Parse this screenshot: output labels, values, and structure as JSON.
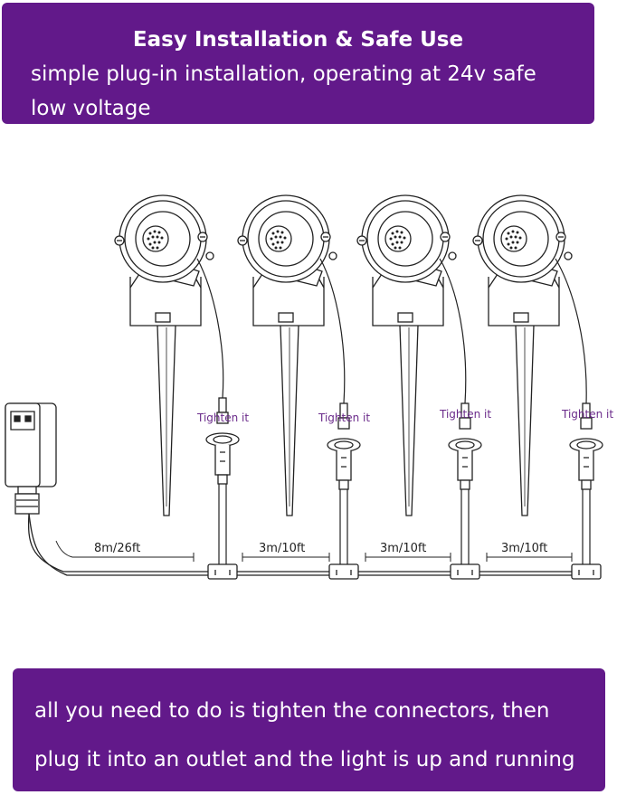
{
  "header": {
    "title": "Easy Installation & Safe Use",
    "line1": "simple plug-in installation, operating at 24v safe",
    "line2": "low voltage"
  },
  "footer": {
    "line1": "all you need to do is tighten the connectors, then",
    "line2": "plug it into an outlet and the light is up and running"
  },
  "diagram": {
    "tighten_labels": [
      "Tighten it",
      "Tighten it",
      "Tighten it",
      "Tighten it"
    ],
    "distances": [
      "8m/26ft",
      "3m/10ft",
      "3m/10ft",
      "3m/10ft"
    ],
    "colors": {
      "banner": "#62198a",
      "label": "#6a2a8a",
      "line": "#222222"
    },
    "icons": [
      "power-adapter-icon",
      "spotlight-icon",
      "connector-icon",
      "t-splitter-icon"
    ]
  }
}
